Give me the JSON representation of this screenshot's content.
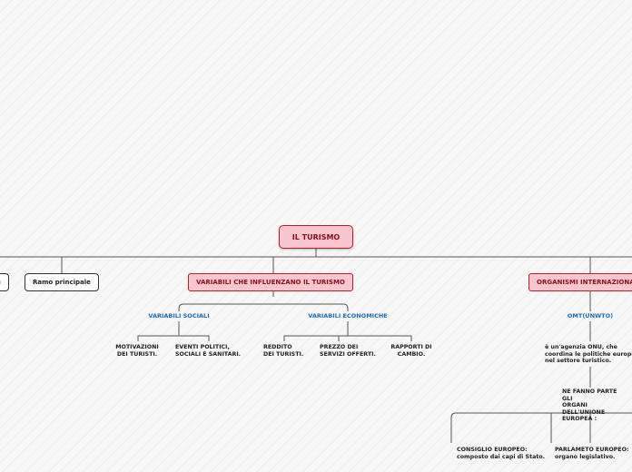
{
  "map": {
    "root": "IL TURISMO",
    "main_branch_partial": "ale",
    "main_branch": "Ramo principale",
    "variabili": {
      "title": "VARIABILI CHE INFLUENZANO IL TURISMO",
      "sociali": {
        "title": "VARIABILI SOCIALI",
        "items": [
          "MOTIVAZIONI\nDEI TURISTI.",
          "EVENTI POLITICI,\nSOCIALI E SANITARI."
        ]
      },
      "economiche": {
        "title": "VARIABILI ECONOMICHE",
        "items": [
          "REDDITO\nDEI TURISTI.",
          "PREZZO DEI\nSERVIZI OFFERTI.",
          "RAPPORTI DI\nCAMBIO."
        ]
      }
    },
    "organismi": {
      "title": "ORGANISMI INTERNAZIONALI",
      "omt": "OMT(UNWTO)",
      "omt_desc": "è un'agenzia ONU, che\ncoordina le politiche europee\nnel settore turistico.",
      "ue_title": "NE FANNO PARTE\nGLI\nORGANI\nDELL'UNIONE\nEUROPEA :",
      "consiglio": "CONSIGLIO EUROPEO:\ncomposto dai capi di Stato.",
      "parlamento": "PARLAMETO EUROPEO:\norgano legislativo."
    }
  }
}
